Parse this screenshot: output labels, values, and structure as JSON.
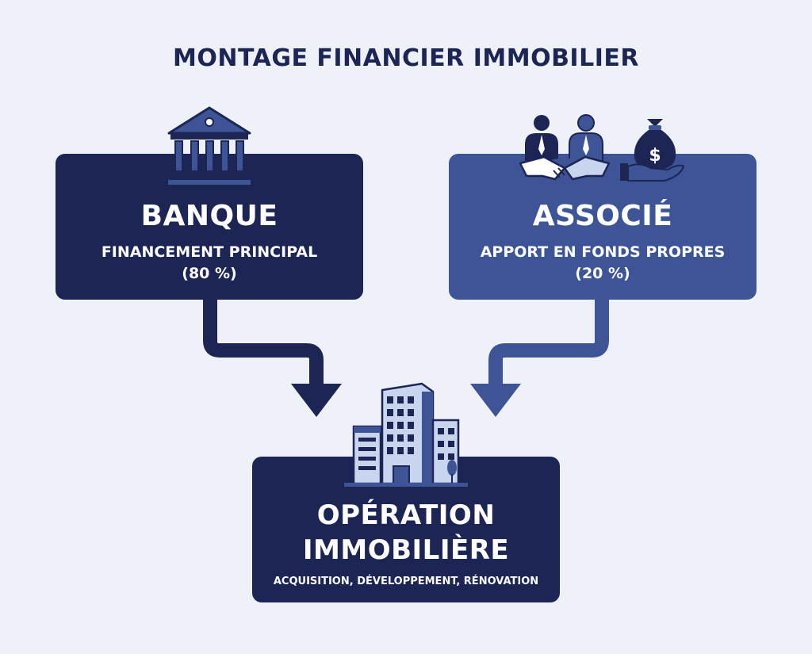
{
  "title": "MONTAGE FINANCIER IMMOBILIER",
  "bank": {
    "title": "BANQUE",
    "line1": "FINANCEMENT PRINCIPAL",
    "line2": "(80 %)"
  },
  "partner": {
    "title": "ASSOCIÉ",
    "line1": "APPORT EN FONDS PROPRES",
    "line2": "(20 %)"
  },
  "operation": {
    "title_line1": "OPÉRATION",
    "title_line2": "IMMOBILIÈRE",
    "subtitle": "ACQUISITION, DÉVELOPPEMENT, RÉNOVATION"
  },
  "icons": [
    "bank-icon",
    "handshake-icon",
    "money-bag-icon",
    "building-icon"
  ],
  "colors": {
    "background": "#eef1f8",
    "navy": "#1c2554",
    "blue": "#3d5596",
    "light_blue": "#c9d4ee"
  }
}
